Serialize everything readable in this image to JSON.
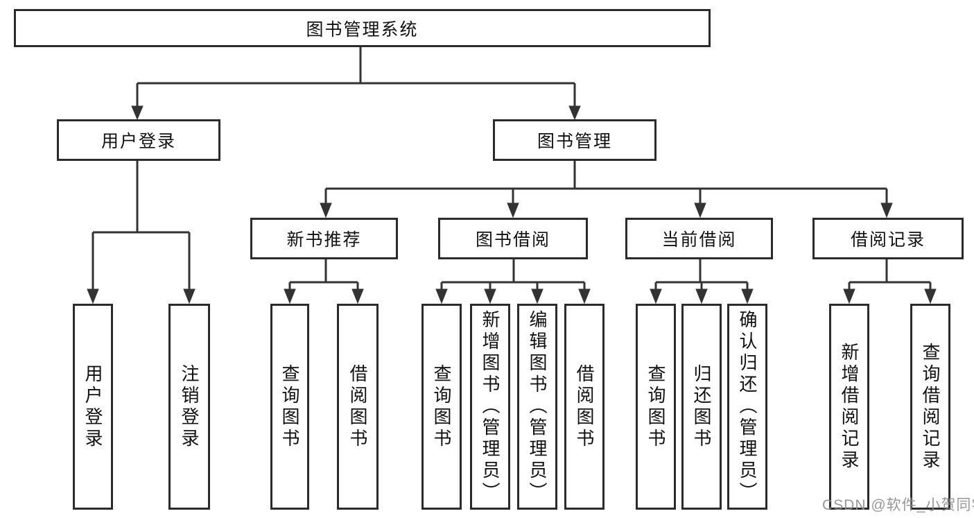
{
  "diagram": {
    "root": {
      "label": "图书管理系统",
      "children": [
        {
          "label": "用户登录",
          "children": [
            {
              "label": "用户登录"
            },
            {
              "label": "注销登录"
            }
          ]
        },
        {
          "label": "图书管理",
          "children": [
            {
              "label": "新书推荐",
              "children": [
                {
                  "label": "查询图书"
                },
                {
                  "label": "借阅图书"
                }
              ]
            },
            {
              "label": "图书借阅",
              "children": [
                {
                  "label": "查询图书"
                },
                {
                  "label": "新增图书（管理员）"
                },
                {
                  "label": "编辑图书（管理员）"
                },
                {
                  "label": "借阅图书"
                }
              ]
            },
            {
              "label": "当前借阅",
              "children": [
                {
                  "label": "查询图书"
                },
                {
                  "label": "归还图书"
                },
                {
                  "label": "确认归还（管理员）"
                }
              ]
            },
            {
              "label": "借阅记录",
              "children": [
                {
                  "label": "新增借阅记录"
                },
                {
                  "label": "查询借阅记录"
                }
              ]
            }
          ]
        }
      ]
    }
  },
  "colors": {
    "line": "#333333",
    "box_border": "#2b2b2b",
    "text": "#111111",
    "watermark": "#8c8c8c",
    "background": "#ffffff"
  },
  "watermark": "CSDN @软件_小贺同学"
}
